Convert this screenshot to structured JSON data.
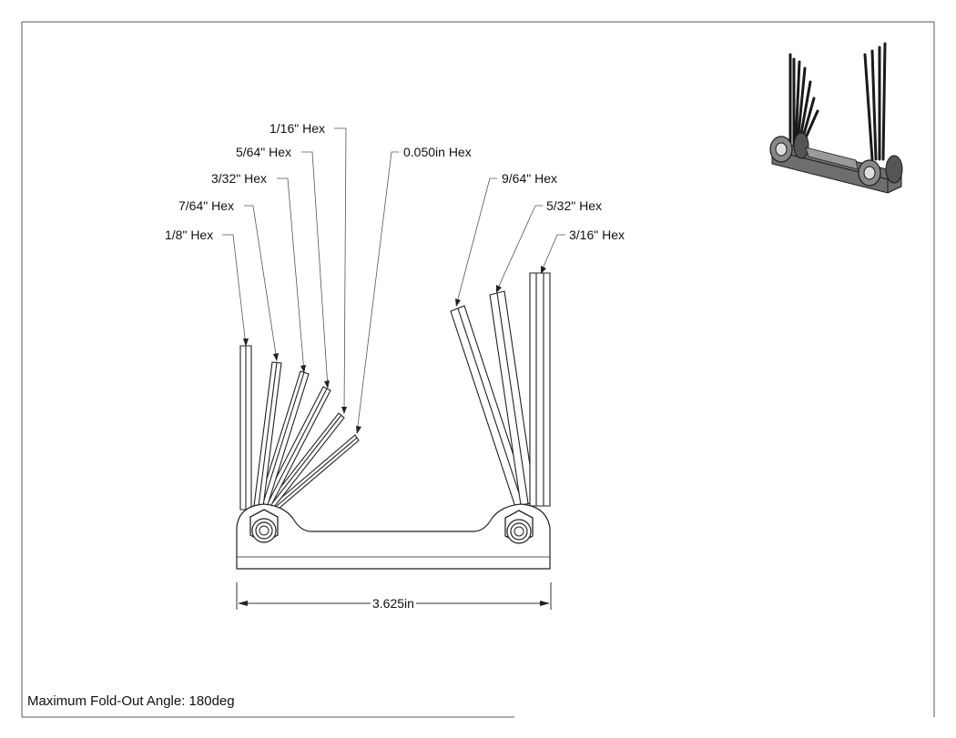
{
  "labels": {
    "hex_1_16": "1/16\" Hex",
    "hex_5_64": "5/64\" Hex",
    "hex_3_32": "3/32\" Hex",
    "hex_7_64": "7/64\" Hex",
    "hex_1_8": "1/8\" Hex",
    "hex_0_050": "0.050in Hex",
    "hex_9_64": "9/64\" Hex",
    "hex_5_32": "5/32\" Hex",
    "hex_3_16": "3/16\" Hex"
  },
  "dimension": "3.625in",
  "footer": "Maximum Fold-Out Angle: 180deg"
}
